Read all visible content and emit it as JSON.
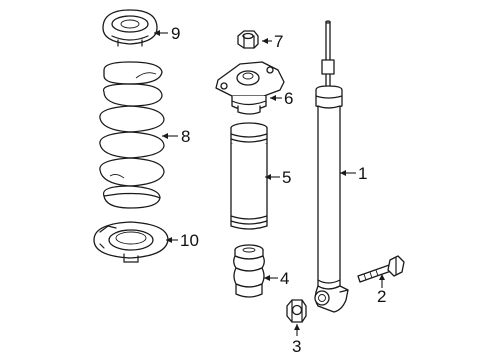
{
  "callouts": [
    {
      "id": "1",
      "label": "1",
      "part": "shock-absorber"
    },
    {
      "id": "2",
      "label": "2",
      "part": "bolt"
    },
    {
      "id": "3",
      "label": "3",
      "part": "nut"
    },
    {
      "id": "4",
      "label": "4",
      "part": "bump-stop"
    },
    {
      "id": "5",
      "label": "5",
      "part": "dust-boot"
    },
    {
      "id": "6",
      "label": "6",
      "part": "upper-mount"
    },
    {
      "id": "7",
      "label": "7",
      "part": "mount-nut"
    },
    {
      "id": "8",
      "label": "8",
      "part": "coil-spring"
    },
    {
      "id": "9",
      "label": "9",
      "part": "upper-spring-seat"
    },
    {
      "id": "10",
      "label": "10",
      "part": "lower-spring-seat"
    }
  ]
}
